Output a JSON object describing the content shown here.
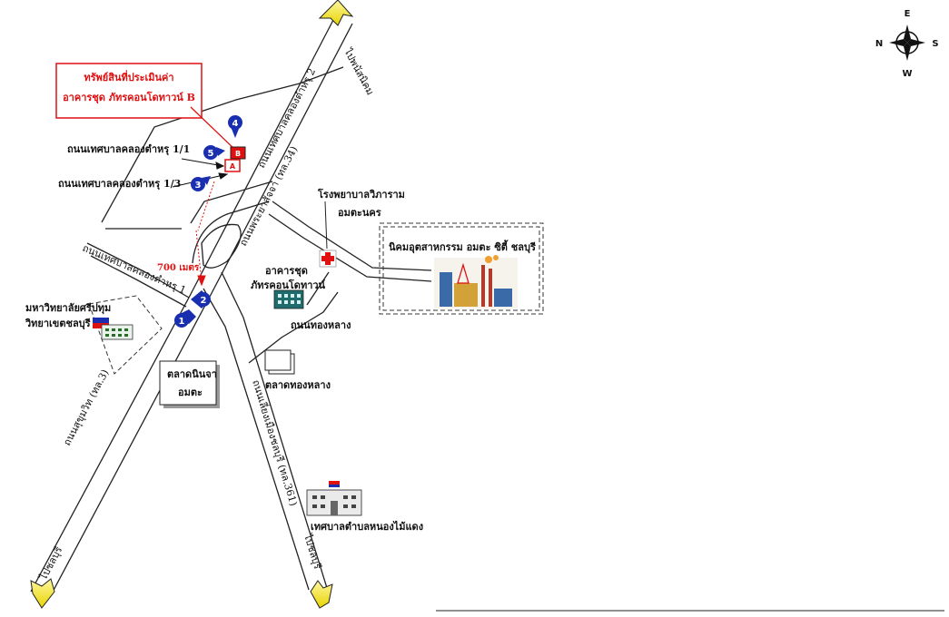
{
  "subject_box": {
    "line1": "ทรัพย์สินที่ประเมินค่า",
    "line2": "อาคารชุด ภัทรคอนโดทาวน์ B"
  },
  "roads": {
    "top_road_end": "ไปพนัสนิคม",
    "soi_2": "ถนนเทศบาลคลองตำหรุ 2",
    "soi_1_1": "ถนนเทศบาลคลองตำหรุ 1/1",
    "soi_1_3": "ถนนเทศบาลคลองตำหรุ 1/3",
    "soi_1": "ถนนเทศบาลคลองตำหรุ 1",
    "phraya_sat": "ถนนพระยาสัจจา (ทล.34)",
    "sukhumvit": "ถนนสุขุมวิท (ทล.3)",
    "bypass": "ถนนเลี่ยงเมืองชลบุรี (ทล.361)",
    "thong_lang": "ถนนทองหลาง",
    "to_chonburi_left": "ไปชลบุรี",
    "to_chonburi_right": "ไปชลบุรี",
    "distance": "700 เมตร"
  },
  "places": {
    "hospital": "โรงพยาบาลวิภาราม",
    "hospital_2": "อมตะนคร",
    "industrial": "นิคมอุตสาหกรรม อมตะ ซิตี้ ชลบุรี",
    "condo": "อาคารชุด",
    "condo_2": "ภัทรคอนโดทาวน์",
    "university": "มหาวิทยาลัยศรีปทุม",
    "university_2": "วิทยาเขตชลบุรี",
    "market_ninja": "ตลาดนินจา",
    "market_ninja_2": "อมตะ",
    "market_thonglang": "ตลาดทองหลาง",
    "municipality": "เทศบาลตำบลหนองไม้แดง"
  },
  "markers": [
    "1",
    "2",
    "3",
    "4",
    "5"
  ],
  "plot_labels": {
    "a": "A",
    "b": "B"
  },
  "compass": {
    "top": "E",
    "left": "N",
    "right": "S",
    "bottom": "W"
  },
  "colors": {
    "marker": "#1a2fb0",
    "red": "#e01010",
    "arrow_yellow": "#f4e316"
  }
}
